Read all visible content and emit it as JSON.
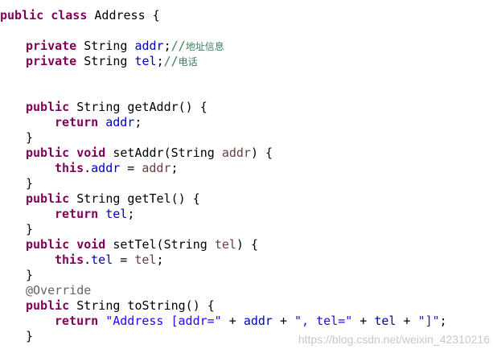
{
  "code": {
    "class_decl": {
      "kw": "public class",
      "name": " Address {"
    },
    "field_addr": {
      "kw": "private",
      "type": " String ",
      "name": "addr",
      "semi": ";",
      "comment_prefix": "//",
      "comment_text": "地址信息"
    },
    "field_tel": {
      "kw": "private",
      "type": " String ",
      "name": "tel",
      "semi": ";",
      "comment_prefix": "//",
      "comment_text": "电话"
    },
    "get_addr": {
      "kw": "public",
      "sig": " String getAddr() {",
      "ret_kw": "return",
      "ret_field": "addr",
      "ret_end": ";",
      "close": "}"
    },
    "set_addr": {
      "kw": "public void",
      "sig_start": " setAddr(String ",
      "param": "addr",
      "sig_end": ") {",
      "this_kw": "this",
      "dot": ".",
      "field": "addr",
      "assign": " = ",
      "param2": "addr",
      "end": ";",
      "close": "}"
    },
    "get_tel": {
      "kw": "public",
      "sig": " String getTel() {",
      "ret_kw": "return",
      "ret_field": "tel",
      "ret_end": ";",
      "close": "}"
    },
    "set_tel": {
      "kw": "public void",
      "sig_start": " setTel(String ",
      "param": "tel",
      "sig_end": ") {",
      "this_kw": "this",
      "dot": ".",
      "field": "tel",
      "assign": " = ",
      "param2": "tel",
      "end": ";",
      "close": "}"
    },
    "override": "@Override",
    "to_string": {
      "kw": "public",
      "sig": " String toString() {",
      "ret_kw": "return",
      "str1": "\"Address [addr=\"",
      "plus1": " + ",
      "field1": "addr",
      "plus2": " + ",
      "str2": "\", tel=\"",
      "plus3": " + ",
      "field2": "tel",
      "plus4": " + ",
      "str3": "\"]\"",
      "end": ";",
      "close": "}"
    }
  },
  "watermark": "https://blog.csdn.net/weixin_42310216",
  "colors": {
    "keyword": "#7f0055",
    "field": "#0000c0",
    "parameter": "#6a3e3e",
    "string": "#2a00ff",
    "comment": "#3f7f5f",
    "annotation": "#646464"
  }
}
